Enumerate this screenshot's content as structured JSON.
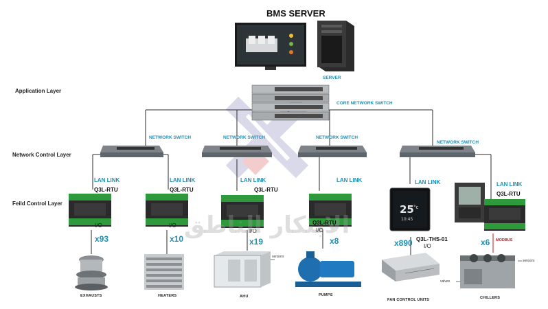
{
  "title": "BMS SERVER",
  "server_label": "SERVER",
  "core_switch_label": "CORE NETWORK SWITCH",
  "layers": {
    "application": "Application Layer",
    "network": "Network Control Layer",
    "field": "Feild Control Layer"
  },
  "network_switch_label": "NETWORK SWITCH",
  "lan_link": "LAN LINK",
  "controllers": [
    {
      "label": "Q3L-RTU",
      "io": "I/O",
      "count": "x93",
      "equipment": "EXHAUSTS"
    },
    {
      "label": "Q3L-RTU",
      "io": "I/O",
      "count": "x10",
      "equipment": "HEATERS"
    },
    {
      "label": "Q3L-RTU",
      "io": "I/O",
      "count": "x19",
      "equipment": "AHU"
    },
    {
      "label": "Q3L-RTU",
      "io": "I/O",
      "count": "x8",
      "equipment": "PUMPS"
    },
    {
      "label": "Q3L-THS-01",
      "io": "I/O",
      "count": "x890",
      "equipment": "FAN CONTROL UNITS"
    },
    {
      "label": "Q3L-RTU",
      "io": "MODBUS",
      "count": "x6",
      "equipment": "CHILLERS"
    }
  ],
  "side_labels": {
    "ahu_sensors": "sensors",
    "chiller_sensors": "sensors",
    "chiller_valves": "valves"
  },
  "thermostat_display": {
    "temp": "25",
    "unit": "°c",
    "time": "10:45"
  },
  "watermark": "الابتكار الناطق",
  "colors": {
    "accent": "#1f8fb5",
    "line": "#2a2a2a",
    "modbus": "#c0181f"
  }
}
